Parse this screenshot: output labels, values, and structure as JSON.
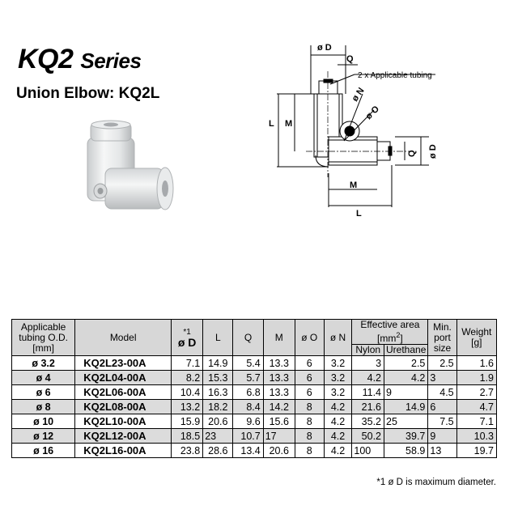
{
  "header": {
    "title_main": "KQ2",
    "title_series": "Series",
    "subtitle": "Union Elbow: KQ2L"
  },
  "drawing": {
    "labels": {
      "phi_d_top": "ø D",
      "q_top": "Q",
      "tubing": "2 x Applicable tubing",
      "phi_n": "ø N",
      "phi_o": "ø O",
      "l_left": "L",
      "m_left": "M",
      "q_right": "Q",
      "phi_d_right": "ø D",
      "m_bottom": "M",
      "l_bottom": "L"
    }
  },
  "table": {
    "headers": {
      "tubing": [
        "Applicable",
        "tubing O.D.",
        "[mm]"
      ],
      "model": "Model",
      "d_mark": "*1",
      "d": "ø D",
      "l": "L",
      "q": "Q",
      "m": "M",
      "o": "ø O",
      "n": "ø N",
      "eff_area_1": "Effective area",
      "eff_area_2": "[mm",
      "eff_area_sup": "2",
      "eff_area_3": "]",
      "nylon": "Nylon",
      "urethane": "Urethane",
      "min_port": [
        "Min.",
        "port",
        "size"
      ],
      "weight": [
        "Weight",
        "[g]"
      ]
    },
    "rows": [
      {
        "tubing": "ø 3.2",
        "model": "KQ2L23-00A",
        "d": "7.1",
        "l": "14.9",
        "q": "5.4",
        "m": "13.3",
        "o": "6",
        "n": "3.2",
        "nylon": "3",
        "urethane": "2.5",
        "port": "2.5",
        "weight": "1.6"
      },
      {
        "tubing": "ø 4",
        "model": "KQ2L04-00A",
        "d": "8.2",
        "l": "15.3",
        "q": "5.7",
        "m": "13.3",
        "o": "6",
        "n": "3.2",
        "nylon": "4.2",
        "urethane": "4.2",
        "port": "3",
        "weight": "1.9"
      },
      {
        "tubing": "ø 6",
        "model": "KQ2L06-00A",
        "d": "10.4",
        "l": "16.3",
        "q": "6.8",
        "m": "13.3",
        "o": "6",
        "n": "3.2",
        "nylon": "11.4",
        "urethane": "9",
        "port": "4.5",
        "weight": "2.7"
      },
      {
        "tubing": "ø 8",
        "model": "KQ2L08-00A",
        "d": "13.2",
        "l": "18.2",
        "q": "8.4",
        "m": "14.2",
        "o": "8",
        "n": "4.2",
        "nylon": "21.6",
        "urethane": "14.9",
        "port": "6",
        "weight": "4.7"
      },
      {
        "tubing": "ø 10",
        "model": "KQ2L10-00A",
        "d": "15.9",
        "l": "20.6",
        "q": "9.6",
        "m": "15.6",
        "o": "8",
        "n": "4.2",
        "nylon": "35.2",
        "urethane": "25",
        "port": "7.5",
        "weight": "7.1"
      },
      {
        "tubing": "ø 12",
        "model": "KQ2L12-00A",
        "d": "18.5",
        "l": "23",
        "q": "10.7",
        "m": "17",
        "o": "8",
        "n": "4.2",
        "nylon": "50.2",
        "urethane": "39.7",
        "port": "9",
        "weight": "10.3"
      },
      {
        "tubing": "ø 16",
        "model": "KQ2L16-00A",
        "d": "23.8",
        "l": "28.6",
        "q": "13.4",
        "m": "20.6",
        "o": "8",
        "n": "4.2",
        "nylon": "100",
        "urethane": "58.9",
        "port": "13",
        "weight": "19.7"
      }
    ]
  },
  "footnote": "*1 ø D is maximum diameter."
}
